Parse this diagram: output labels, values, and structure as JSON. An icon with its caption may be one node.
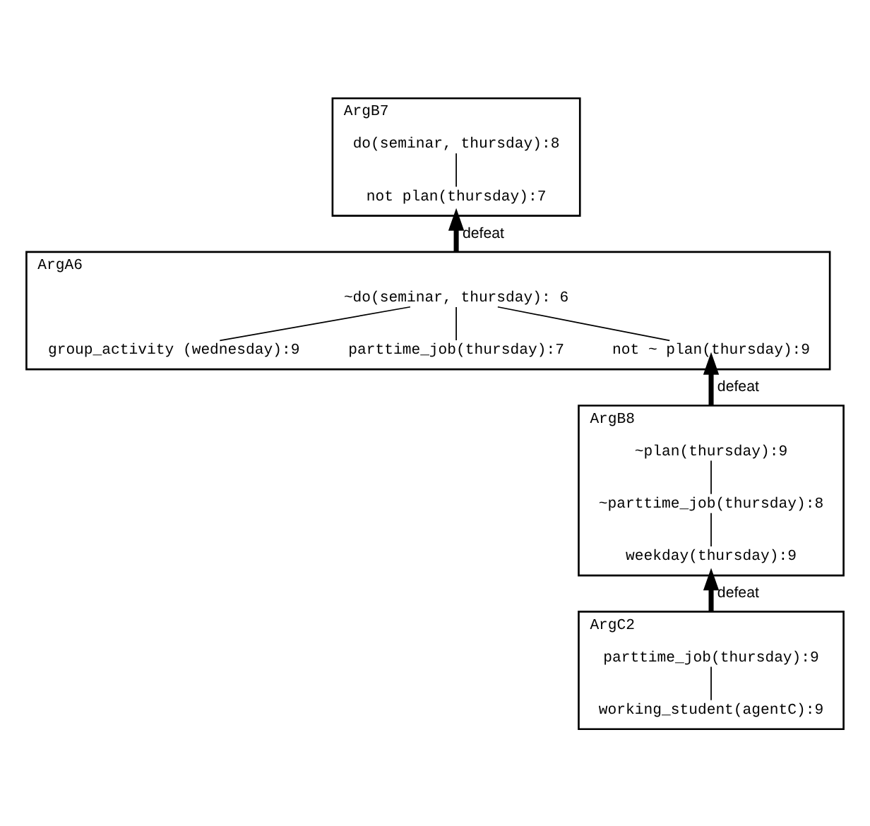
{
  "diagram": {
    "nodes": [
      {
        "text": [
          "ArgB7"
        ]
      },
      {
        "text": [
          "do(seminar, thursday):8"
        ],
        "in": 0
      },
      {
        "text": [
          "not plan(thursday):7"
        ],
        "in": 0
      },
      {
        "text": [
          "ArgA6"
        ]
      },
      {
        "text": [
          "~do(seminar, thursday): 6"
        ],
        "in": 3
      },
      {
        "text": [
          "group_activity (wednesday):9"
        ],
        "in": 3
      },
      {
        "text": [
          "parttime_job(thursday):7"
        ],
        "in": 3
      },
      {
        "text": [
          "not ~ plan(thursday):9"
        ],
        "in": 3
      },
      {
        "text": [
          "ArgB8"
        ]
      },
      {
        "text": [
          "~plan(thursday):9"
        ],
        "in": 8
      },
      {
        "text": [
          "~parttime_job(thursday):8"
        ],
        "in": 8
      },
      {
        "text": [
          "weekday(thursday):9"
        ],
        "in": 8
      },
      {
        "text": [
          "ArgC2"
        ]
      },
      {
        "text": [
          "parttime_job(thursday):9"
        ],
        "in": 12
      },
      {
        "text": [
          "working_student(agentC):9"
        ],
        "in": 12
      }
    ],
    "edges": [
      {
        "from": 1,
        "to": 2,
        "arrow": "none"
      },
      {
        "from": 3,
        "to": 0,
        "arrow": "to",
        "label": "defeat",
        "style": "thick"
      },
      {
        "from": 4,
        "to": 5,
        "arrow": "none"
      },
      {
        "from": 4,
        "to": 6,
        "arrow": "none"
      },
      {
        "from": 4,
        "to": 7,
        "arrow": "none"
      },
      {
        "from": 8,
        "to": 7,
        "arrow": "to",
        "label": "defeat",
        "style": "thick"
      },
      {
        "from": 9,
        "to": 10,
        "arrow": "none"
      },
      {
        "from": 10,
        "to": 11,
        "arrow": "none"
      },
      {
        "from": 12,
        "to": 8,
        "arrow": "to",
        "label": "defeat",
        "style": "thick"
      },
      {
        "from": 13,
        "to": 14,
        "arrow": "none"
      }
    ]
  }
}
